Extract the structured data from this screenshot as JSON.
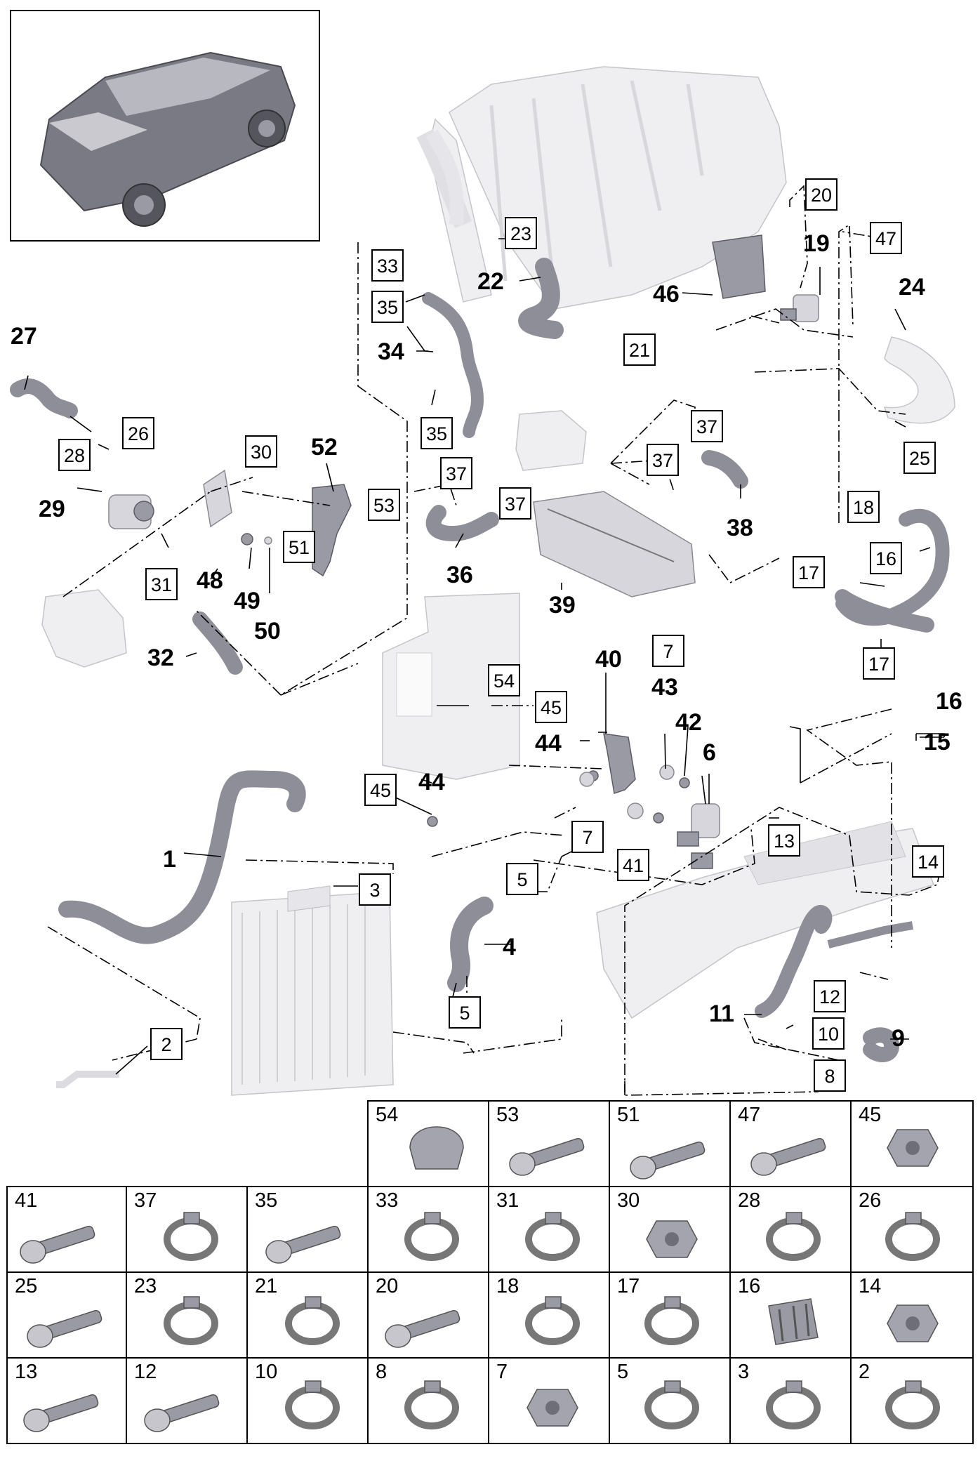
{
  "callouts_bold": [
    "1",
    "4",
    "6",
    "9",
    "11",
    "15",
    "16",
    "19",
    "22",
    "24",
    "27",
    "29",
    "32",
    "34",
    "36",
    "38",
    "39",
    "40",
    "42",
    "43",
    "44",
    "44",
    "46",
    "48",
    "49",
    "50",
    "52"
  ],
  "callouts_boxed": [
    "2",
    "3",
    "5",
    "5",
    "7",
    "7",
    "8",
    "10",
    "12",
    "13",
    "14",
    "16",
    "17",
    "17",
    "18",
    "20",
    "21",
    "23",
    "25",
    "26",
    "28",
    "30",
    "31",
    "33",
    "35",
    "35",
    "37",
    "37",
    "37",
    "37",
    "41",
    "45",
    "45",
    "47",
    "51",
    "53",
    "54"
  ],
  "parts_table": {
    "row1": [
      "54",
      "53",
      "51",
      "47",
      "45"
    ],
    "row2": [
      "41",
      "37",
      "35",
      "33",
      "31",
      "30",
      "28",
      "26"
    ],
    "row3": [
      "25",
      "23",
      "21",
      "20",
      "18",
      "17",
      "16",
      "14"
    ],
    "row4": [
      "13",
      "12",
      "10",
      "8",
      "7",
      "5",
      "3",
      "2"
    ]
  },
  "icons": [
    "car-thumbnail-icon",
    "transmission-icon",
    "radiator-icon",
    "hose-icon",
    "valve-icon",
    "clamp-icon",
    "bolt-icon",
    "nut-icon",
    "cap-nut-icon",
    "screw-icon",
    "bracket-icon"
  ]
}
